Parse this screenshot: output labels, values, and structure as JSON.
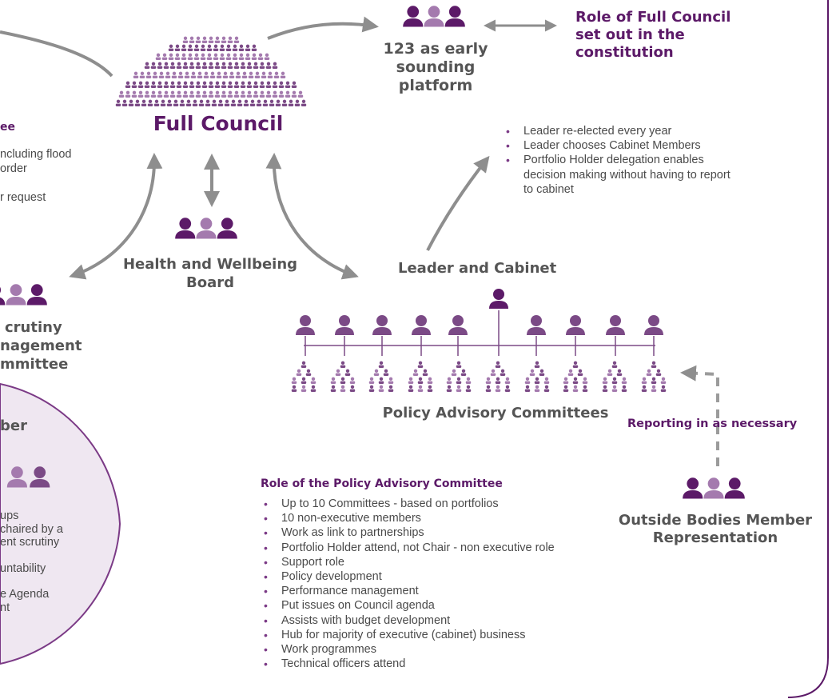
{
  "colors": {
    "dark_purple": "#5c1a68",
    "mid_purple": "#7b4a86",
    "light_purple": "#a47aae",
    "pale_purple": "#efe7f1",
    "arrow_gray": "#8e8e8e",
    "text_gray": "#4a4a4a"
  },
  "full_council": {
    "title": "Full Council"
  },
  "sounding": {
    "label": "123 as early sounding platform",
    "lines": [
      "123 as early",
      "sounding",
      "platform"
    ]
  },
  "role_full_council": {
    "lines": [
      "Role of Full Council",
      "set out in the",
      "constitution"
    ]
  },
  "leader_bullets": {
    "items": [
      "Leader re-elected every year",
      "Leader chooses Cabinet Members",
      "Portfolio Holder delegation enables decision making without having to report to cabinet"
    ]
  },
  "health_board": {
    "lines": [
      "Health and Wellbeing",
      "Board"
    ]
  },
  "leader_cabinet": {
    "title": "Leader and Cabinet"
  },
  "policy_committees": {
    "title": "Policy Advisory Committees"
  },
  "reporting": {
    "label": "Reporting in as necessary"
  },
  "outside_bodies": {
    "lines": [
      "Outside Bodies Member",
      "Representation"
    ]
  },
  "pac_role": {
    "heading": "Role of the Policy Advisory Committee",
    "items": [
      "Up to 10 Committees - based on portfolios",
      "10 non-executive members",
      "Work as link to partnerships",
      "Portfolio Holder attend, not Chair - non executive role",
      "Support role",
      "Policy development",
      "Performance management",
      "Put issues on Council agenda",
      "Assists with budget development",
      "Hub for majority of executive (cabinet) business",
      "Work programmes",
      "Technical officers attend"
    ]
  },
  "left_partial": {
    "committee_heading": "ee",
    "committee_lines": [
      "ncluding flood",
      "order",
      "",
      "r request"
    ],
    "scrutiny_lines": [
      "crutiny",
      "nagement",
      "mmittee"
    ],
    "circle_heading": "ber",
    "circle_lines": [
      "ups",
      "chaired by a",
      "ent scrutiny",
      "",
      "untability",
      "",
      "e Agenda",
      "nt"
    ]
  }
}
